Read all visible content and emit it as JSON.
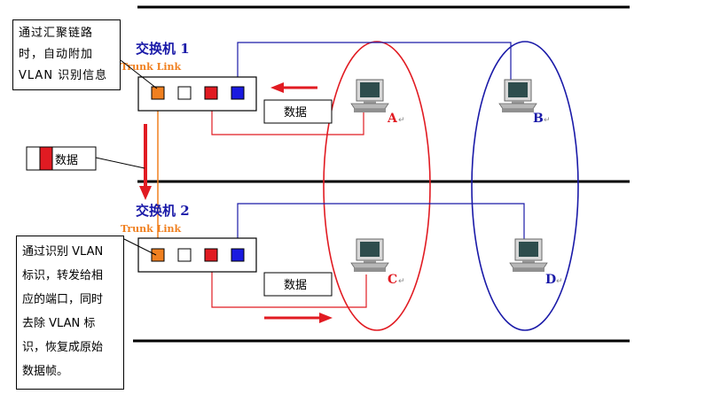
{
  "switch1": {
    "title": "交换机 1",
    "link": "Trunk Link"
  },
  "switch2": {
    "title": "交换机 2",
    "link": "Trunk Link"
  },
  "callout_top": {
    "lines": [
      "通过汇聚链路",
      "时，自动附加",
      "VLAN 识别信息"
    ]
  },
  "callout_bottom": {
    "lines": [
      "通过识别 VLAN",
      "标识，转发给相",
      "应的端口，同时",
      "去除 VLAN 标",
      "识，恢复成原始",
      "数据帧。"
    ]
  },
  "frame_label_top": "数据",
  "frame_label_bottom": "数据",
  "tagged_frame_label": "数据",
  "pcs": [
    {
      "label": "A",
      "vlan": "red"
    },
    {
      "label": "B",
      "vlan": "blue"
    },
    {
      "label": "C",
      "vlan": "red"
    },
    {
      "label": "D",
      "vlan": "blue"
    }
  ],
  "return_mark": "↵",
  "colors": {
    "red_vlan": "#e11b22",
    "blue_vlan": "#1a1aa8",
    "trunk": "#f08020",
    "title": "#1a1aa8"
  }
}
